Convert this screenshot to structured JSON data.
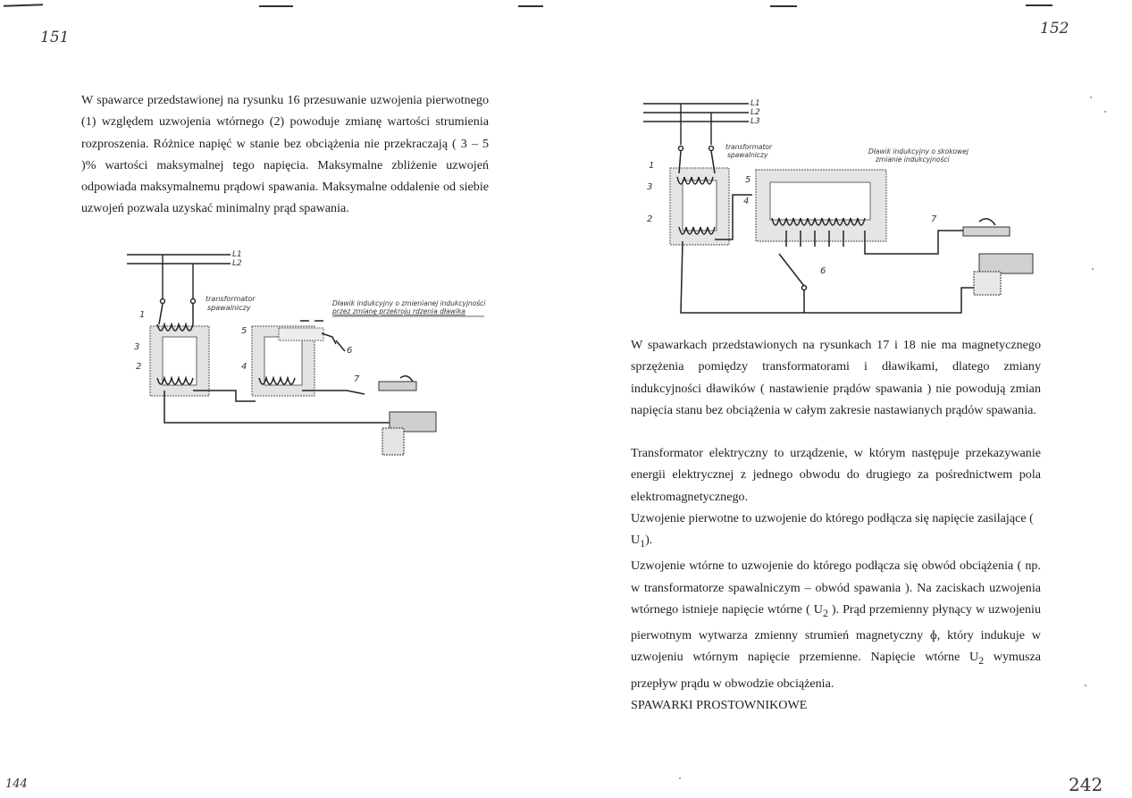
{
  "page_numbers": {
    "left_top": "151",
    "right_top": "152",
    "left_bottom": "144",
    "right_bottom": "242"
  },
  "left_page": {
    "paragraph": "W spawarce przedstawionej na rysunku 16 przesuwanie uzwojenia pierwotnego (1) względem uzwojenia wtórnego (2) powoduje zmianę wartości strumienia rozproszenia. Różnice napięć w stanie bez obciążenia nie przekraczają ( 3 – 5 )% wartości maksymalnej tego napięcia. Maksymalne zbliżenie uzwojeń odpowiada maksymalnemu prądowi spawania. Maksymalne oddalenie od siebie uzwojeń pozwala uzyskać minimalny prąd spawania.",
    "diagram": {
      "line_labels": [
        "L1",
        "L2"
      ],
      "transformer_label": [
        "transformator",
        "spawalniczy"
      ],
      "choke_label": [
        "Dławik indukcyjny o zmienianej indukcyjności",
        "przez zmianę przekroju rdzenia dławika"
      ],
      "numbers": [
        "1",
        "2",
        "3",
        "4",
        "5",
        "6",
        "7"
      ]
    }
  },
  "right_page": {
    "diagram": {
      "line_labels": [
        "L1",
        "L2",
        "L3"
      ],
      "transformer_label": [
        "transformator",
        "spawalniczy"
      ],
      "choke_label": [
        "Dławik indukcyjny o skokowej",
        "zmianie indukcyjności"
      ],
      "numbers": [
        "1",
        "2",
        "3",
        "4",
        "5",
        "6",
        "7"
      ]
    },
    "paragraph_1": "W spawarkach przedstawionych na rysunkach 17 i 18 nie ma magnetycznego sprzężenia pomiędzy transformatorami i dławikami, dlatego zmiany indukcyjności dławików ( nastawienie prądów spawania ) nie powodują zmian napięcia stanu bez obciążenia w całym zakresie nastawianych prądów spawania.",
    "paragraph_2": "Transformator elektryczny to urządzenie, w którym następuje przekazywanie energii elektrycznej z jednego obwodu do drugiego za pośrednictwem pola elektromagnetycznego.",
    "paragraph_3_text": "Uzwojenie pierwotne to uzwojenie do którego podłącza się napięcie zasilające (",
    "paragraph_3_symbol": "U",
    "paragraph_3_sub": "1",
    "paragraph_3_end": ").",
    "paragraph_4_a": "Uzwojenie wtórne to uzwojenie do którego podłącza się obwód obciążenia ( np. w transformatorze spawalniczym – obwód spawania ). Na zaciskach uzwojenia wtórnego istnieje napięcie wtórne ( U",
    "paragraph_4_sub1": "2",
    "paragraph_4_b": " ). Prąd przemienny płynący w uzwojeniu pierwotnym wytwarza zmienny strumień magnetyczny ɸ, który indukuje w uzwojeniu wtórnym napięcie przemienne. Napięcie wtórne U",
    "paragraph_4_sub2": "2",
    "paragraph_4_c": " wymusza przepływ prądu w obwodzie obciążenia.",
    "heading": "SPAWARKI PROSTOWNIKOWE"
  }
}
